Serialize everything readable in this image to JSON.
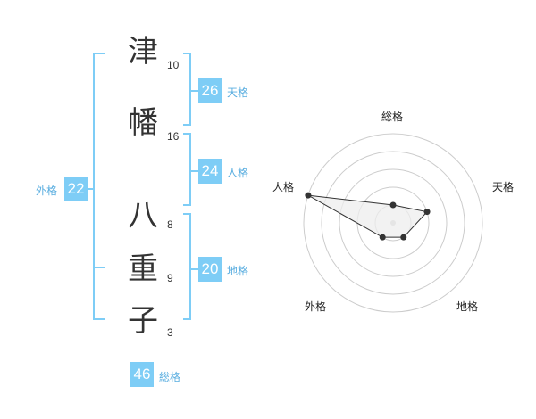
{
  "name": {
    "chars": [
      {
        "char": "津",
        "strokes": "10"
      },
      {
        "char": "幡",
        "strokes": "16"
      },
      {
        "char": "八",
        "strokes": "8"
      },
      {
        "char": "重",
        "strokes": "9"
      },
      {
        "char": "子",
        "strokes": "3"
      }
    ]
  },
  "kakusu": {
    "tenkaku": {
      "value": "26",
      "label": "天格"
    },
    "jinkaku": {
      "value": "24",
      "label": "人格"
    },
    "chikaku": {
      "value": "20",
      "label": "地格"
    },
    "gaikaku": {
      "value": "22",
      "label": "外格"
    },
    "soukaku": {
      "value": "46",
      "label": "総格"
    }
  },
  "radar": {
    "axes": [
      "総格",
      "天格",
      "地格",
      "外格",
      "人格"
    ],
    "values": [
      1,
      2,
      1,
      1,
      5
    ],
    "max": 5,
    "colors": {
      "accent": "#7ecdf6",
      "grid": "#cccccc",
      "fill": "#eeeeee",
      "point": "#333333"
    }
  }
}
